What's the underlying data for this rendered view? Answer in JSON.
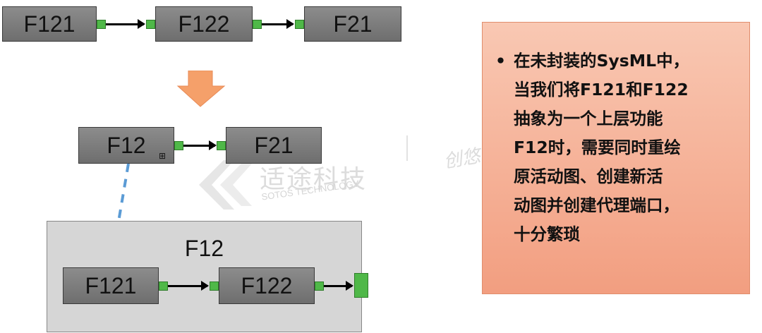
{
  "top_row": {
    "blocks": [
      "F121",
      "F122",
      "F21"
    ]
  },
  "mid_row": {
    "blocks": [
      "F12",
      "F21"
    ],
    "rake_symbol": "⊞"
  },
  "container": {
    "title": "F12",
    "blocks": [
      "F121",
      "F122"
    ]
  },
  "note": {
    "bullet": "•",
    "text_lines": [
      "在未封装的SysML中，",
      "当我们将F121和F122",
      "抽象为一个上层功能",
      "F12时，需要同时重绘",
      "原活动图、创建新活",
      "动图并创建代理端口，",
      "十分繁琐"
    ]
  },
  "watermark": {
    "brand": "适途科技",
    "sub": "SOTOS TECHNOLOGY",
    "script": "创悠未来"
  },
  "colors": {
    "port": "#4fb848",
    "block": "#7d7d7d",
    "note": "#f4a98c",
    "container": "#d6d6d6",
    "arrow_down": "#f5a06a",
    "dashed": "#5b9bd5"
  }
}
